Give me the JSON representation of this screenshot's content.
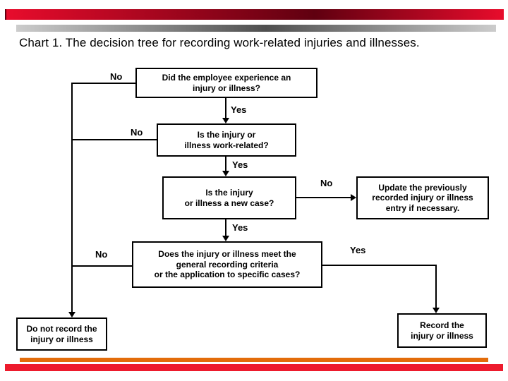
{
  "header": {
    "title": "Chart 1. The decision tree for recording work-related injuries and illnesses."
  },
  "flowchart": {
    "nodes": {
      "q1": {
        "lines": [
          "Did the employee experience an",
          "injury or illness?"
        ]
      },
      "q2": {
        "lines": [
          "Is the injury or",
          "illness work-related?"
        ]
      },
      "q3": {
        "lines": [
          "Is the injury",
          "or illness a new case?"
        ]
      },
      "q4": {
        "lines": [
          "Does the injury or illness meet the",
          "general recording criteria",
          "or the application to specific cases?"
        ]
      },
      "update": {
        "lines": [
          "Update the previously",
          "recorded injury or illness",
          "entry if necessary."
        ]
      },
      "do_not_record": {
        "lines": [
          "Do not record the",
          "injury or illness"
        ]
      },
      "record": {
        "lines": [
          "Record the",
          "injury or illness"
        ]
      }
    },
    "labels": {
      "no1": "No",
      "yes1": "Yes",
      "no2": "No",
      "yes2": "Yes",
      "no3": "No",
      "yes3": "Yes",
      "no4": "No",
      "yes4": "Yes"
    }
  },
  "colors": {
    "top_red": "#e80c2c",
    "top_red_dark": "#600010",
    "gray_light": "#cccccc",
    "gray_dark": "#4f4f4f",
    "bottom_orange": "#e36c0a",
    "bottom_red": "#ed1b2d"
  }
}
